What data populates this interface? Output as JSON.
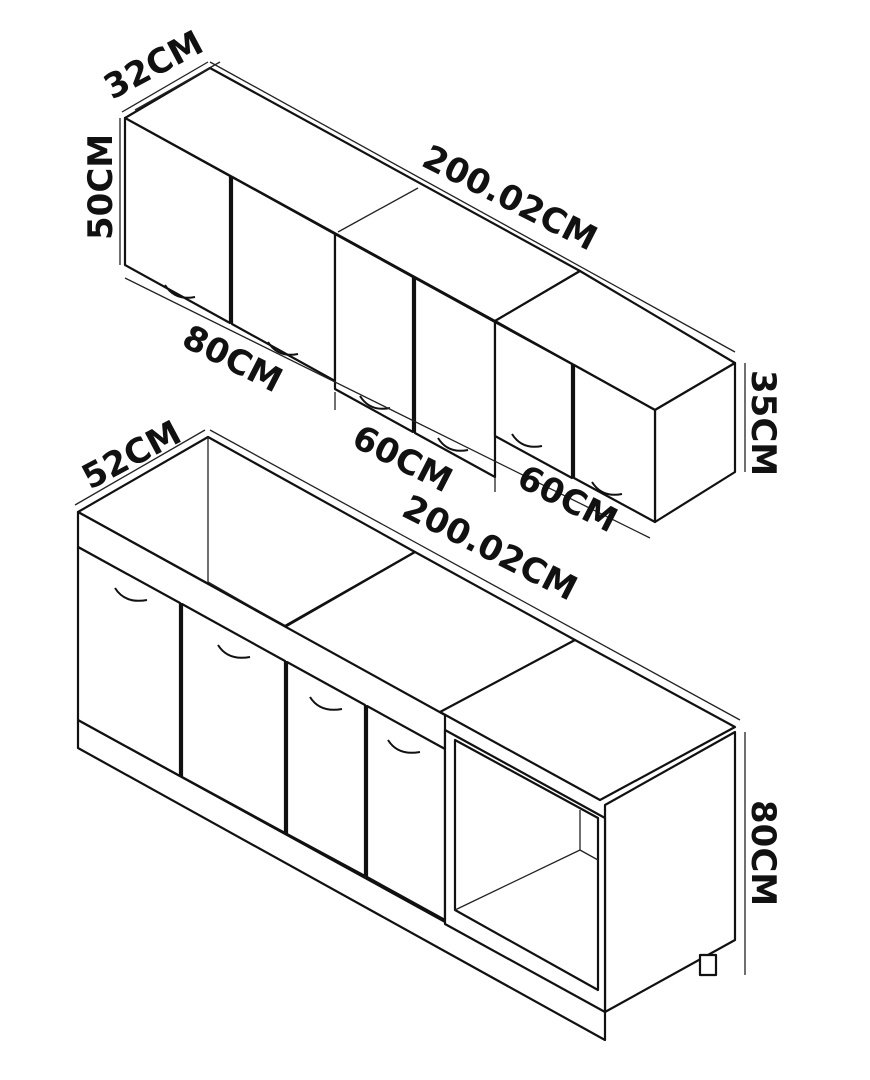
{
  "upper_cabinet": {
    "depth_label": "32CM",
    "height_label": "50CM",
    "width_label": "200.02CM",
    "section_1_label": "80CM",
    "section_2_label": "60CM",
    "section_3_label": "60CM",
    "section_3_height_label": "35CM"
  },
  "lower_cabinet": {
    "depth_label": "52CM",
    "width_label": "200.02CM",
    "height_label": "80CM"
  },
  "colors": {
    "line": "#111111",
    "fill": "#ffffff"
  }
}
